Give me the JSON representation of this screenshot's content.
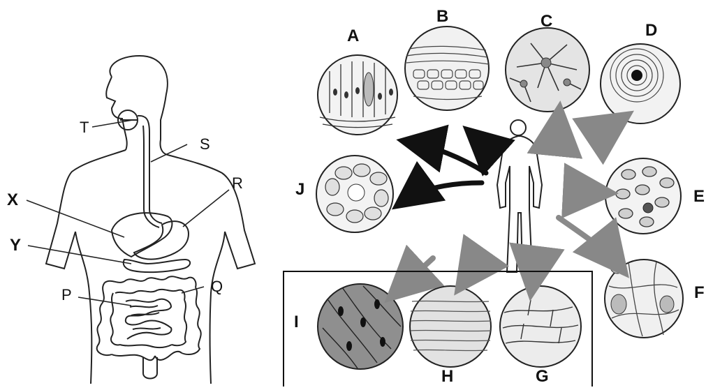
{
  "digestive_labels": {
    "T": "T",
    "S": "S",
    "R": "R",
    "X": "X",
    "Y": "Y",
    "P": "P",
    "Q": "Q"
  },
  "tissue_labels": {
    "A": "A",
    "B": "B",
    "C": "C",
    "D": "D",
    "E": "E",
    "F": "F",
    "G": "G",
    "H": "H",
    "I": "I",
    "J": "J"
  },
  "colors": {
    "ink": "#111111",
    "circle_fill": "#f2f2f2",
    "arrow_dark": "#111111",
    "arrow_gray": "#8a8a8a",
    "cell_dark": "#333333"
  }
}
